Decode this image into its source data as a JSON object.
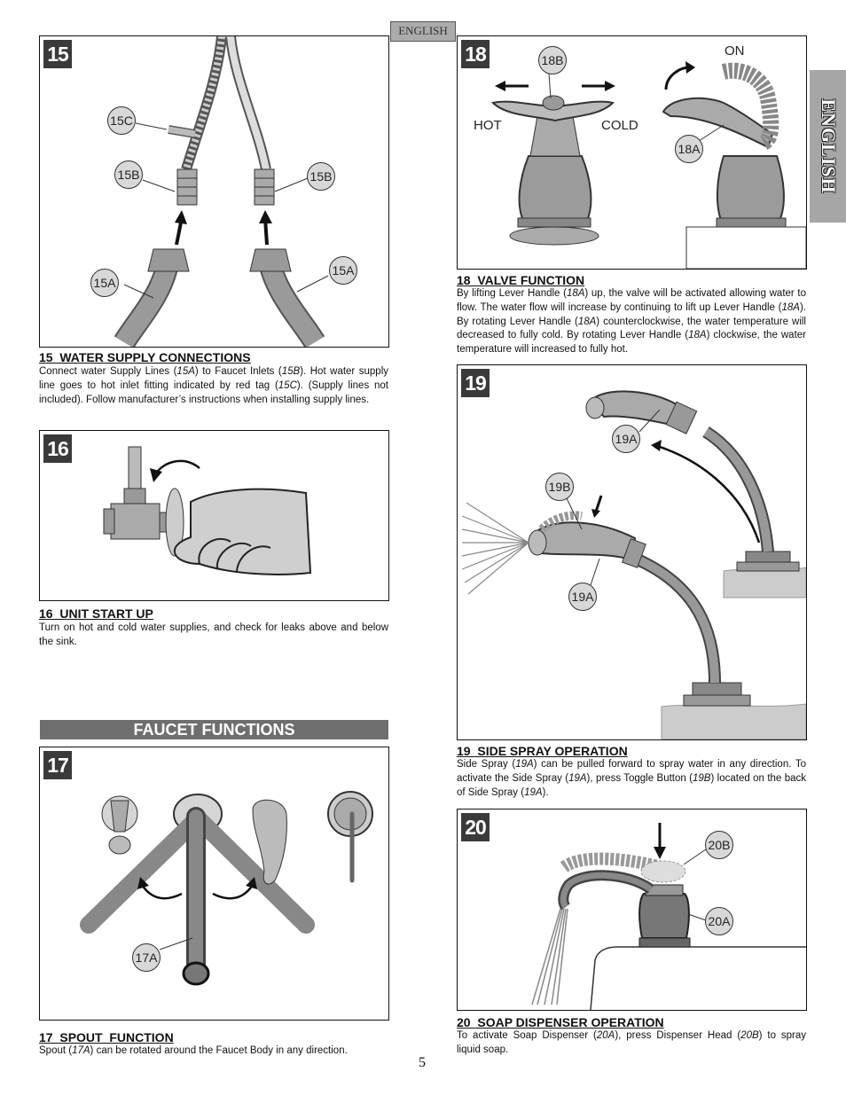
{
  "header": {
    "language_tab": "ENGLISH",
    "side_tab": "ENGLISH"
  },
  "page_number": "5",
  "banner": {
    "faucet_functions": "FAUCET FUNCTIONS"
  },
  "steps": {
    "s15": {
      "number": "15",
      "callouts": {
        "c15C": "15C",
        "c15B_left": "15B",
        "c15B_right": "15B",
        "c15A_left": "15A",
        "c15A_right": "15A"
      },
      "heading": "15  WATER SUPPLY CONNECTIONS",
      "text": {
        "p1": "Connect water Supply Lines (",
        "r1": "15A",
        "p2": ") to Faucet Inlets (",
        "r2": "15B",
        "p3": ").  Hot water supply line goes to hot inlet fitting indicated by red tag (",
        "r3": "15C",
        "p4": ").  (Supply lines not included). Follow manufacturer’s instructions when installing supply lines."
      }
    },
    "s16": {
      "number": "16",
      "heading": "16  UNIT START UP",
      "text": "Turn on hot and cold water supplies, and check for leaks above and below the sink."
    },
    "s17": {
      "number": "17",
      "callouts": {
        "c17A": "17A"
      },
      "heading": "17  SPOUT  FUNCTION",
      "text": {
        "p1": "Spout (",
        "r1": "17A",
        "p2": ") can be rotated around the Faucet Body in any direction."
      }
    },
    "s18": {
      "number": "18",
      "callouts": {
        "c18B": "18B",
        "c18A": "18A"
      },
      "labels": {
        "hot": "HOT",
        "cold": "COLD",
        "on": "ON"
      },
      "heading": "18  VALVE FUNCTION",
      "text": {
        "p1": "By lifting Lever Handle (",
        "r1": "18A",
        "p2": ") up, the valve will be activated allowing water to flow.  The water flow will increase by continuing to lift up Lever Handle (",
        "r2": "18A",
        "p3": "). By rotating Lever Handle (",
        "r3": "18A",
        "p4": ") counterclockwise, the water temperature will decreased to fully cold.  By rotating Lever Handle (",
        "r4": "18A",
        "p5": ") clockwise, the water temperature will increased to fully hot."
      }
    },
    "s19": {
      "number": "19",
      "callouts": {
        "c19A_top": "19A",
        "c19B": "19B",
        "c19A_bottom": "19A"
      },
      "heading": "19  SIDE SPRAY OPERATION",
      "text": {
        "p1": "Side Spray (",
        "r1": "19A",
        "p2": ") can be pulled forward to spray water in any direction. To activate the Side Spray (",
        "r2": "19A",
        "p3": "), press Toggle Button (",
        "r3": "19B",
        "p4": ") located on the back of Side Spray (",
        "r4": "19A",
        "p5": ")."
      }
    },
    "s20": {
      "number": "20",
      "callouts": {
        "c20B": "20B",
        "c20A": "20A"
      },
      "heading": "20  SOAP DISPENSER OPERATION",
      "text": {
        "p1": "To activate Soap Dispenser (",
        "r1": "20A",
        "p2": "), press Dispenser Head (",
        "r2": "20B",
        "p3": ") to spray liquid soap."
      }
    }
  },
  "colors": {
    "step_badge": "#3a3a3a",
    "banner": "#6e6e6e",
    "side_tab": "#a6a6a6",
    "callout_fill": "#d8d8d8"
  }
}
